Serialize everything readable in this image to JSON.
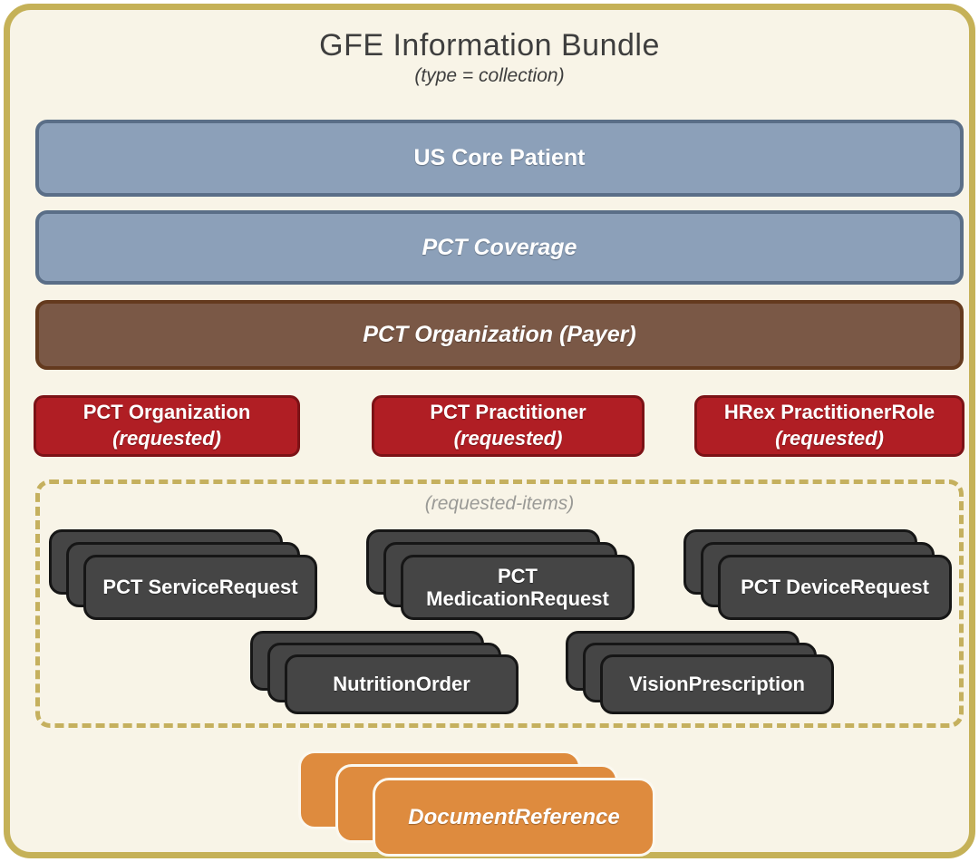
{
  "title": {
    "text": "GFE Information Bundle",
    "subtitle": "(type = collection)"
  },
  "bars": [
    {
      "label": "US Core Patient"
    },
    {
      "label": "PCT Coverage"
    },
    {
      "label": "PCT Organization (Payer)"
    }
  ],
  "requested_row": [
    {
      "name": "PCT Organization",
      "qualifier": "(requested)"
    },
    {
      "name": "PCT Practitioner",
      "qualifier": "(requested)"
    },
    {
      "name": "HRex PractitionerRole",
      "qualifier": "(requested)"
    }
  ],
  "requested_items": {
    "label": "(requested-items)",
    "stacks": [
      {
        "label": "PCT ServiceRequest"
      },
      {
        "label": "PCT MedicationRequest"
      },
      {
        "label": "PCT DeviceRequest"
      },
      {
        "label": "NutritionOrder"
      },
      {
        "label": "VisionPrescription"
      }
    ]
  },
  "footer_stack": {
    "label": "DocumentReference"
  },
  "colors": {
    "background": "#F8F4E7",
    "frame_border": "#C5B157",
    "blue_fill": "#8CA0B9",
    "blue_border": "#5A6E87",
    "brown_fill": "#7A5846",
    "brown_border": "#643A1E",
    "red_fill": "#B01E24",
    "red_border": "#7C1216",
    "dark_fill": "#454545",
    "dark_border": "#161616",
    "orange_fill": "#DE8B3E",
    "orange_border": "#FBF8EF",
    "dashed_border": "#C5B05E",
    "muted_text": "#9A9A96",
    "title_text": "#3E3E3E",
    "card_text": "#FFFFFF"
  }
}
